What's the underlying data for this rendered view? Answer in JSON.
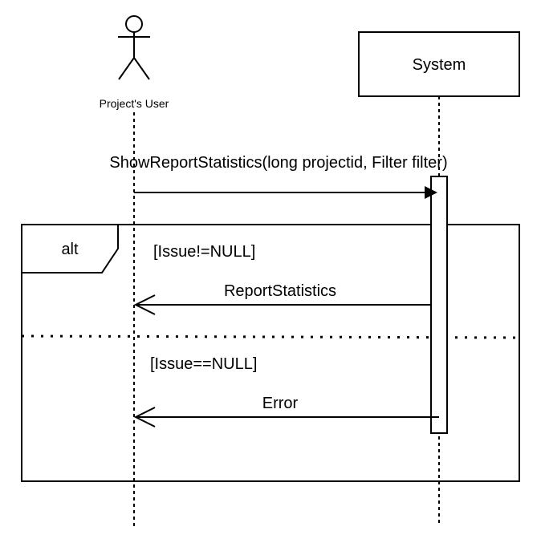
{
  "actor": {
    "label": "Project's User"
  },
  "system": {
    "label": "System"
  },
  "messages": {
    "call": "ShowReportStatistics(long projectid, Filter filter)",
    "reply_ok": "ReportStatistics",
    "reply_error": "Error"
  },
  "fragment": {
    "operator": "alt",
    "guard_1": "[Issue!=NULL]",
    "guard_2": "[Issue==NULL]"
  }
}
